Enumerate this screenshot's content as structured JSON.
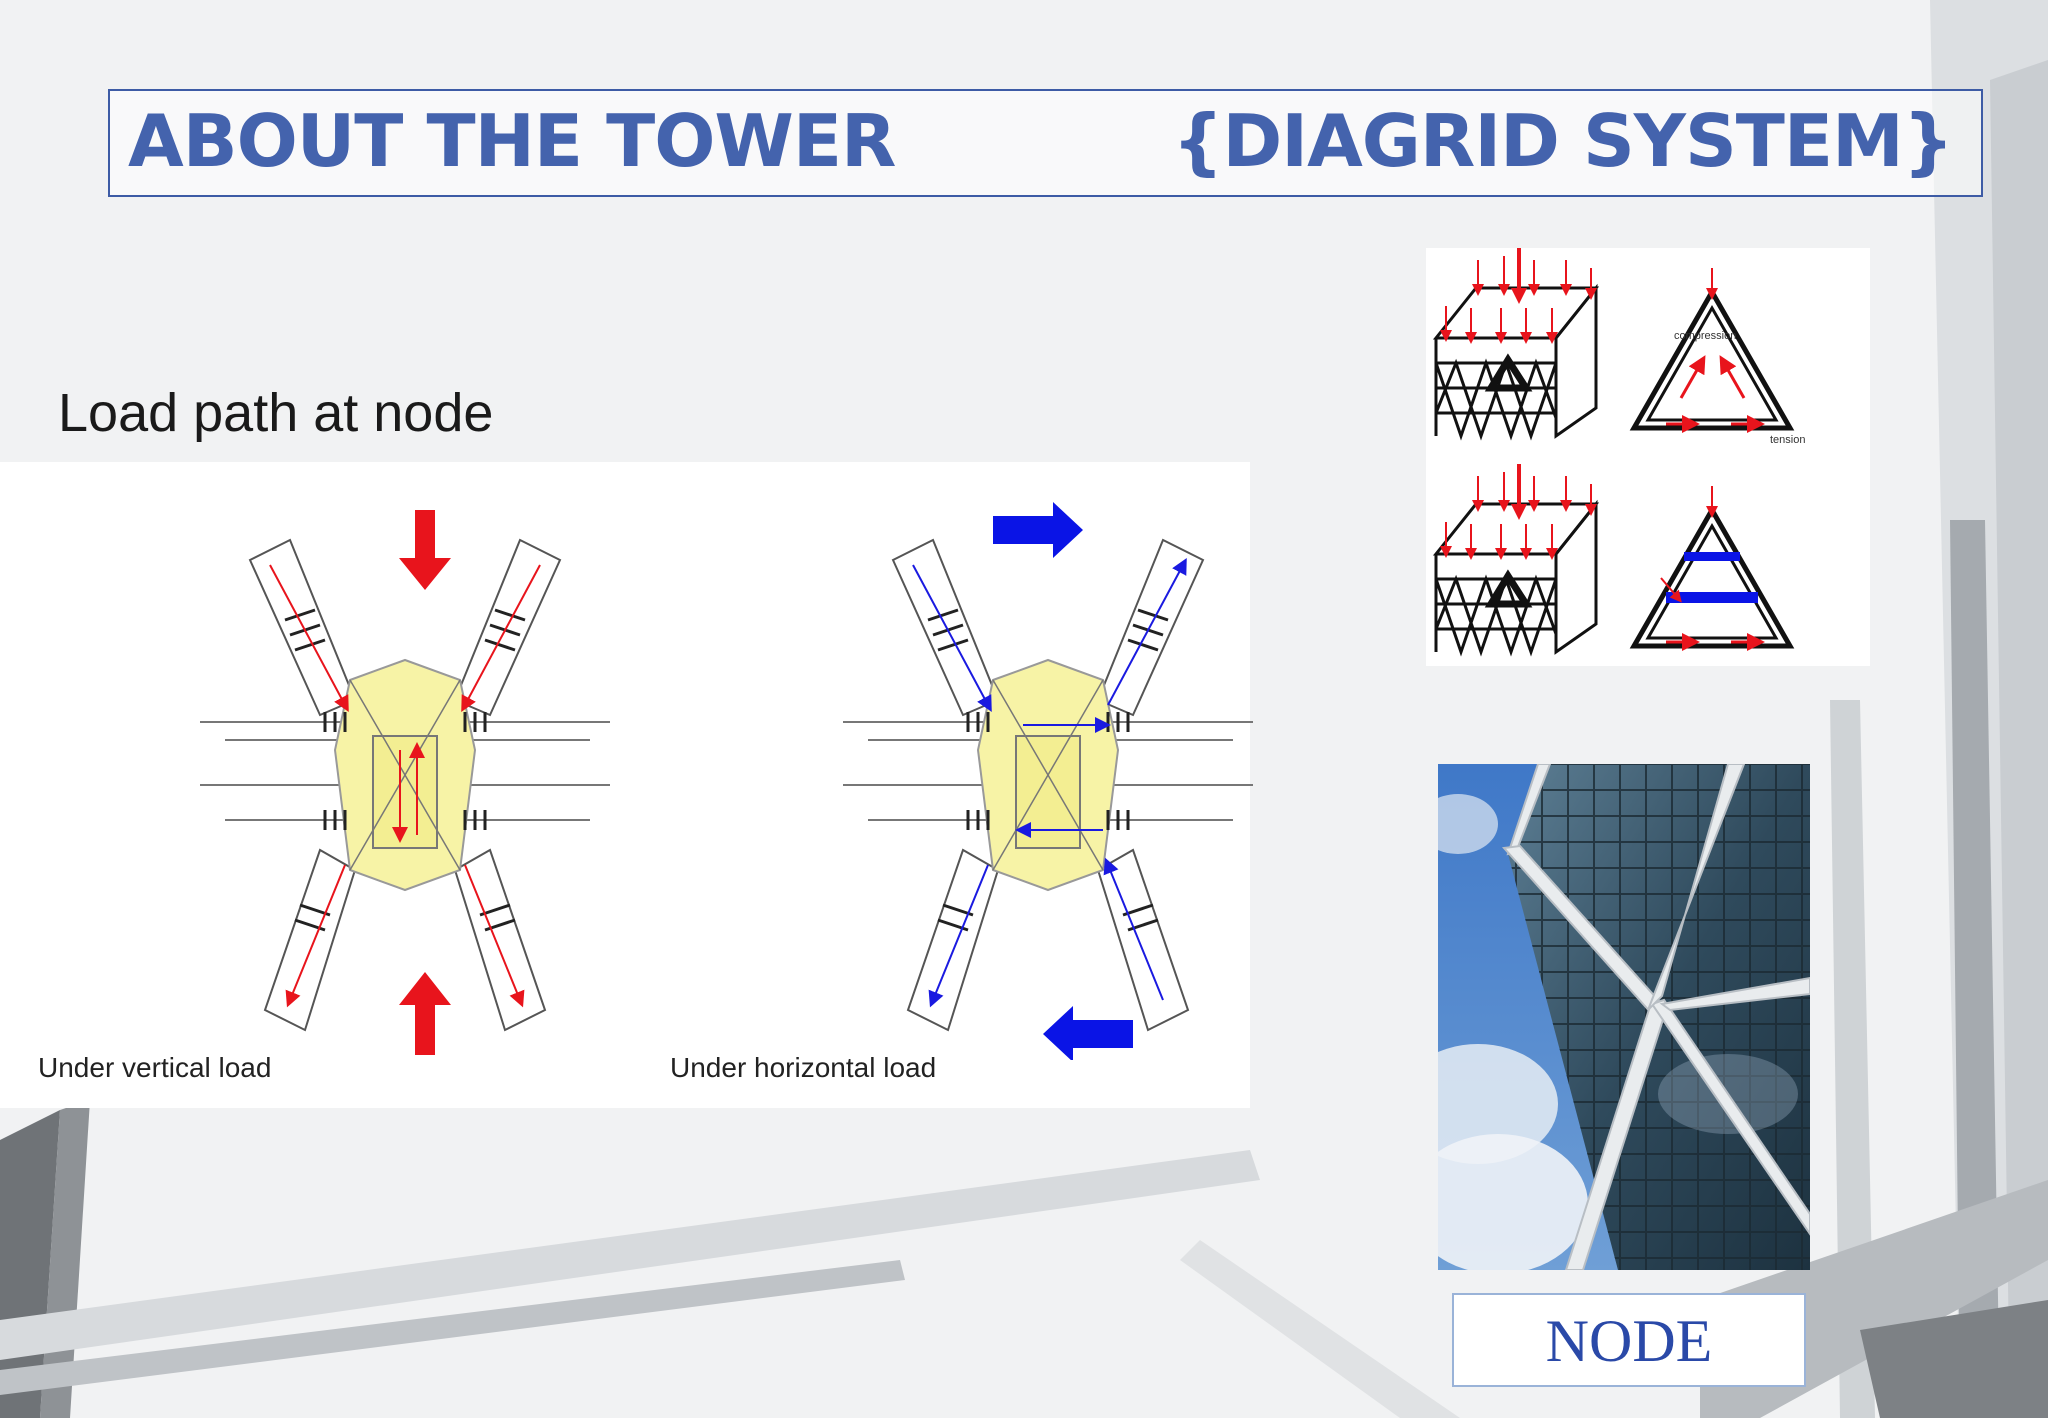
{
  "header": {
    "title_left": "ABOUT THE TOWER",
    "title_right": "{DIAGRID SYSTEM}"
  },
  "load_path": {
    "title": "Load path at node",
    "caption_vertical": "Under vertical load",
    "caption_horizontal": "Under horizontal load"
  },
  "diagram": {
    "label_compression": "compression",
    "label_tension": "tension"
  },
  "node_caption": "NODE",
  "colors": {
    "heading": "#4463ad",
    "red_arrow": "#e8141c",
    "blue_arrow": "#0a14e6",
    "node_fill": "#f7f3a6"
  }
}
